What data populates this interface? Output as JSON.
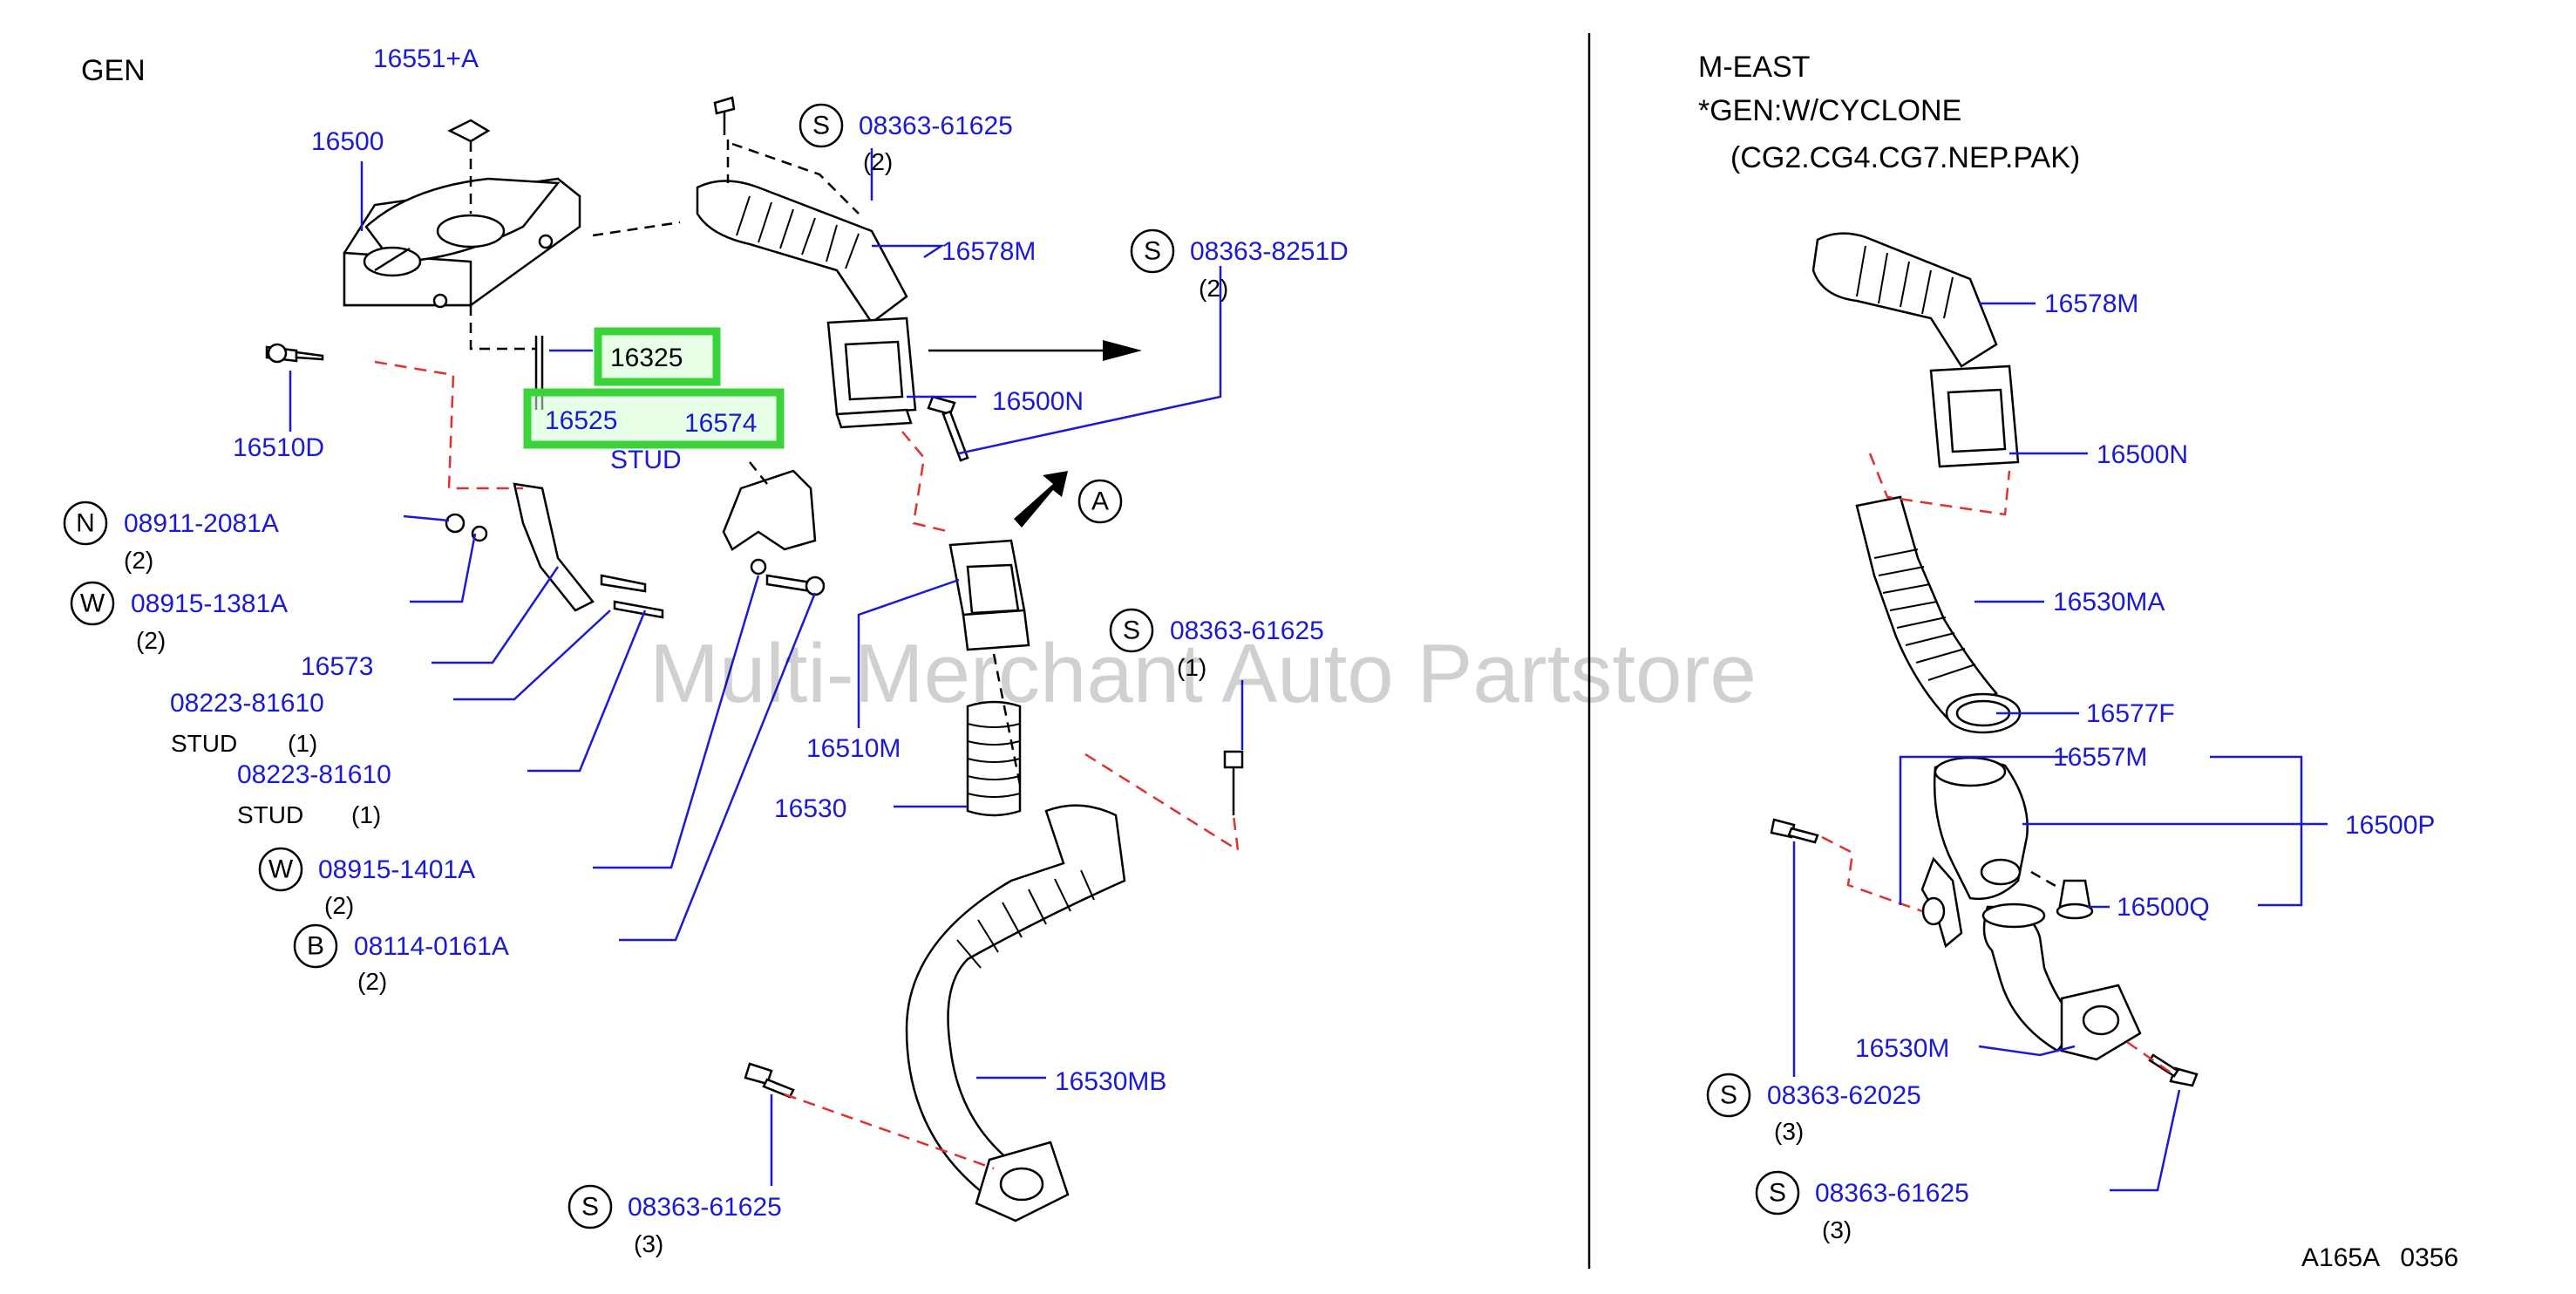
{
  "sections": {
    "gen": {
      "title": "GEN"
    },
    "meast": {
      "title": "M-EAST",
      "subtitle": "*GEN:W/CYCLONE",
      "models": "(CG2.CG4.CG7.NEP.PAK)"
    }
  },
  "watermark": "Multi-Merchant Auto Partstore",
  "diagram_code": "A165A   0356",
  "callout": "A",
  "colors": {
    "label": "#1a1ad6",
    "highlight": "#3ad43a",
    "reference_dash": "#e03030"
  },
  "gen_labels": {
    "p16551a": "16551+A",
    "p16500": "16500",
    "p16510d": "16510D",
    "p16325": "16325",
    "p16525": "16525",
    "p16574": "16574",
    "p16525_sub": "STUD",
    "p16573": "16573",
    "p08223a": "08223-81610",
    "p08223a_sub": "STUD",
    "p08223a_qty": "(1)",
    "p08223b": "08223-81610",
    "p08223b_sub": "STUD",
    "p08223b_qty": "(1)",
    "p16578m": "16578M",
    "p16500n": "16500N",
    "p16510m": "16510M",
    "p16530": "16530",
    "p16530mb": "16530MB"
  },
  "gen_prefixed": [
    {
      "symbol": "N",
      "number": "08911-2081A",
      "qty": "(2)"
    },
    {
      "symbol": "W",
      "number": "08915-1381A",
      "qty": "(2)"
    },
    {
      "symbol": "W",
      "number": "08915-1401A",
      "qty": "(2)"
    },
    {
      "symbol": "B",
      "number": "08114-0161A",
      "qty": "(2)"
    },
    {
      "symbol": "S",
      "number": "08363-61625",
      "qty": "(2)"
    },
    {
      "symbol": "S",
      "number": "08363-8251D",
      "qty": "(2)"
    },
    {
      "symbol": "S",
      "number": "08363-61625",
      "qty": "(1)"
    },
    {
      "symbol": "S",
      "number": "08363-61625",
      "qty": "(3)"
    }
  ],
  "meast_labels": {
    "p16578m": "16578M",
    "p16500n": "16500N",
    "p16530ma": "16530MA",
    "p16577f": "16577F",
    "p16557m": "16557M",
    "p16500p": "16500P",
    "p16500q": "16500Q",
    "p16530m": "16530M"
  },
  "meast_prefixed": [
    {
      "symbol": "S",
      "number": "08363-62025",
      "qty": "(3)"
    },
    {
      "symbol": "S",
      "number": "08363-61625",
      "qty": "(3)"
    }
  ]
}
